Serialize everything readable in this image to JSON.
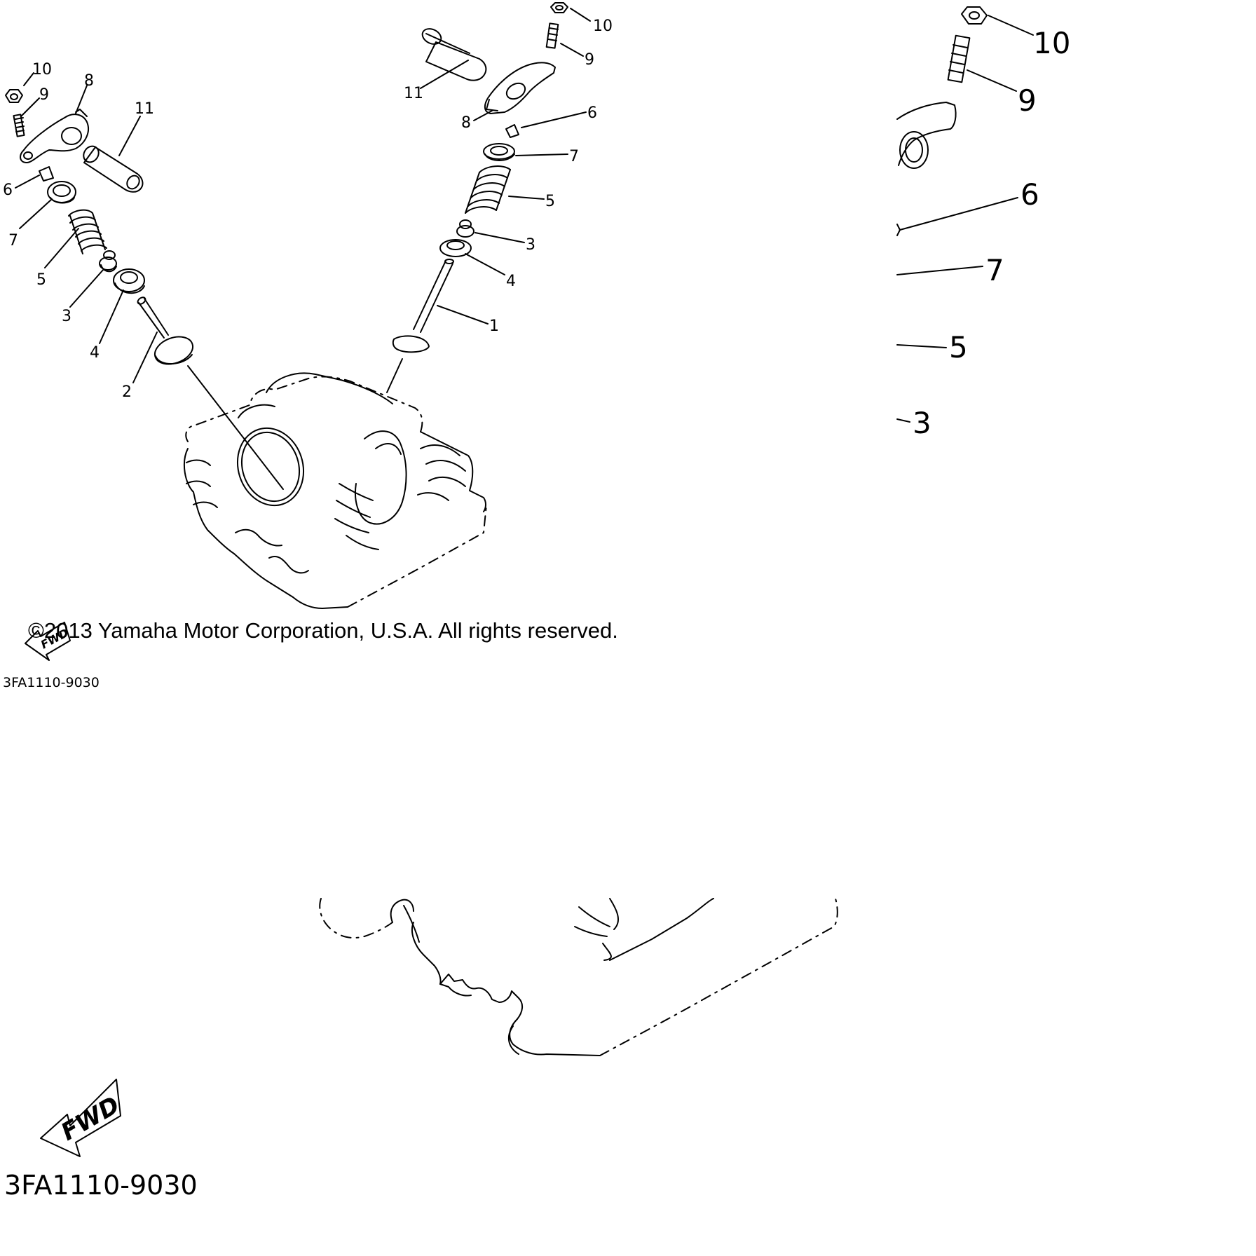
{
  "callouts": {
    "c1": "1",
    "c2": "2",
    "c3": "3",
    "c4": "4",
    "c5": "5",
    "c6": "6",
    "c7": "7",
    "c8": "8",
    "c9": "9",
    "c10": "10",
    "c11": "11"
  },
  "fwd_label": "FWD",
  "part_code": "3FA1110-9030",
  "copyright": "©2013 Yamaha Motor Corporation, U.S.A. All rights reserved."
}
